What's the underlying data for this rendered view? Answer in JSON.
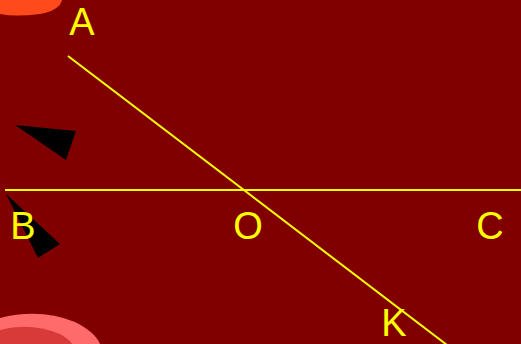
{
  "diagram": {
    "labels": [
      "A",
      "B",
      "O",
      "C",
      "K"
    ]
  }
}
